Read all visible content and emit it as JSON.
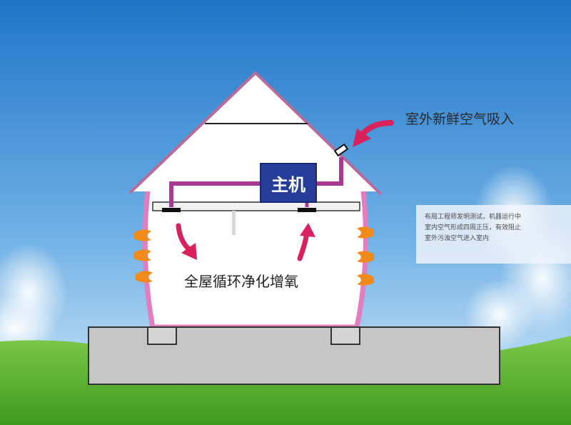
{
  "labels": {
    "fresh_air_intake": "室外新鲜空气吸入",
    "host_unit": "主机",
    "whole_house": "全屋循环净化增氧"
  },
  "note": {
    "lines": [
      "布局工程师发明测试，机器运行中",
      "室内空气形成四周正压，有效阻止",
      "室外污浊空气进入室内"
    ]
  },
  "colors": {
    "sky_top": "#1f74c8",
    "sky_bottom": "#cfe6f7",
    "grass": "#5cb32c",
    "wall_pink": "#e27ec0",
    "duct_purple": "#a63b8f",
    "arrow_red": "#d9215b",
    "host_blue": "#263e9a",
    "flame_orange": "#f08a1a",
    "foundation_gray": "#c6c6c6"
  },
  "icons": [
    "fresh-air-arrow-icon",
    "down-curved-arrow-icon",
    "up-curved-arrow-icon",
    "heat-flame-icon"
  ]
}
